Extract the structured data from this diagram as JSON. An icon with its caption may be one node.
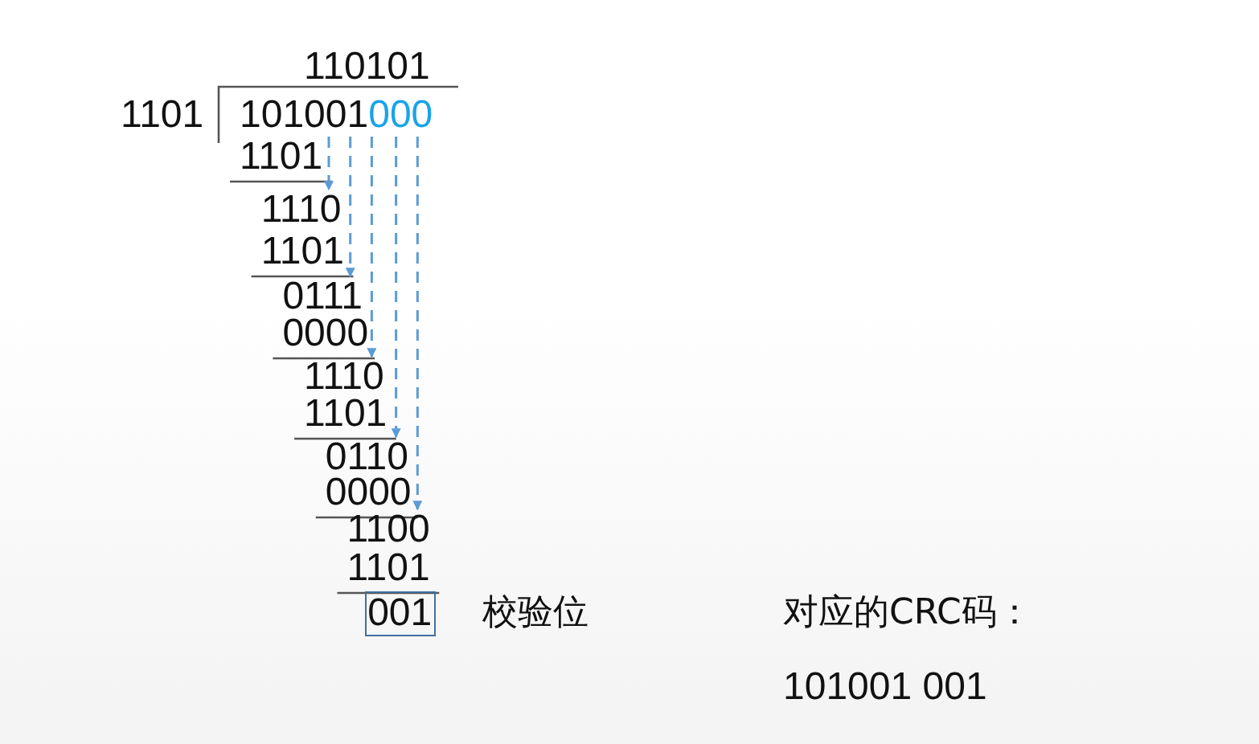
{
  "diagram": {
    "nodes": [
      {
        "text": [
          "101001",
          "000"
        ]
      },
      {
        "text": [
          "1110"
        ]
      },
      {
        "text": [
          "0111"
        ]
      },
      {
        "text": [
          "1110"
        ]
      },
      {
        "text": [
          "0110"
        ]
      },
      {
        "text": [
          "1100"
        ]
      },
      {
        "text": [
          "001"
        ],
        "beside": [
          "校验位"
        ]
      }
    ],
    "edges": [
      {
        "from": 0,
        "to": 1,
        "arrow": "to",
        "style": "dashed"
      },
      {
        "from": 0,
        "to": 2,
        "arrow": "to",
        "style": "dashed"
      },
      {
        "from": 0,
        "to": 3,
        "arrow": "to",
        "style": "dashed"
      },
      {
        "from": 0,
        "to": 4,
        "arrow": "to",
        "style": "dashed"
      },
      {
        "from": 0,
        "to": 5,
        "arrow": "to",
        "style": "dashed"
      }
    ],
    "labels": [
      "110101",
      "1101",
      "1101",
      "1101",
      "0000",
      "1101",
      "0000",
      "1101",
      "对应的CRC码：",
      "101001 001"
    ]
  }
}
